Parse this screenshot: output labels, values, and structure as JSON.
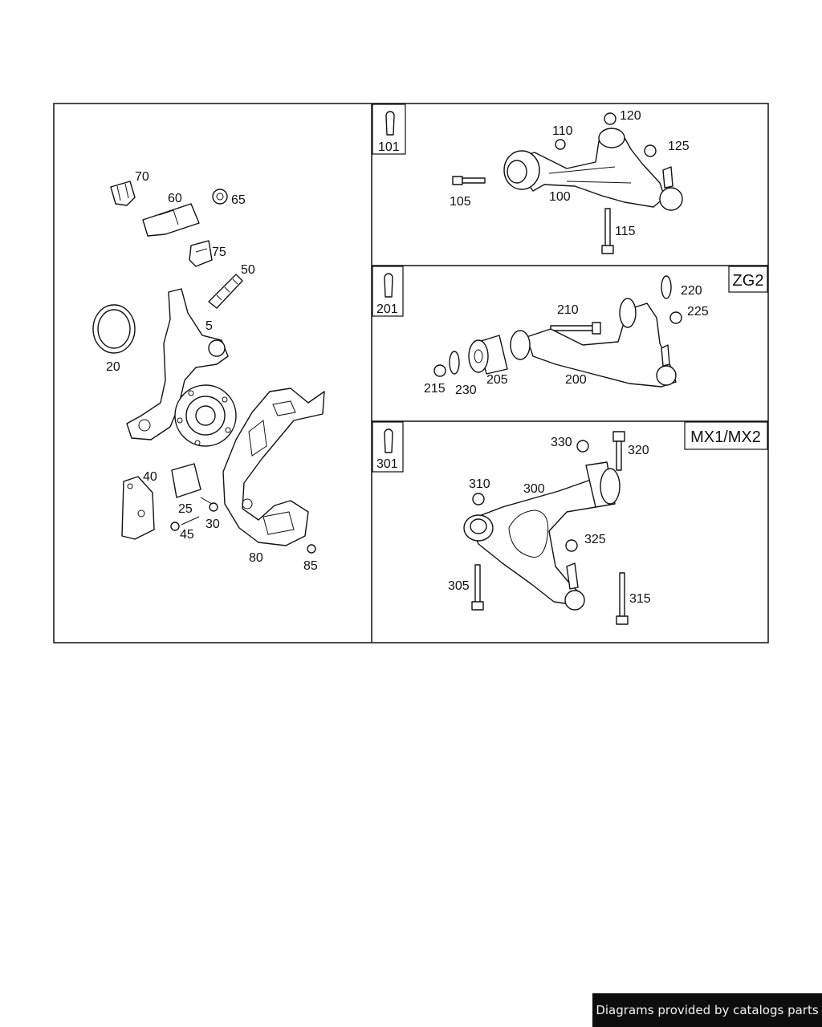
{
  "panels": {
    "knuckle": {
      "labels": [
        "70",
        "60",
        "65",
        "75",
        "50",
        "5",
        "20",
        "40",
        "25",
        "30",
        "45",
        "80",
        "85"
      ]
    },
    "upper_arm": {
      "ref": "101",
      "labels": [
        "120",
        "110",
        "125",
        "105",
        "100",
        "115"
      ]
    },
    "upper_arm_zg2": {
      "ref": "201",
      "tag": "ZG2",
      "labels": [
        "220",
        "210",
        "225",
        "215",
        "230",
        "205",
        "200"
      ]
    },
    "lower_arm": {
      "ref": "301",
      "tag": "MX1/MX2",
      "labels": [
        "330",
        "320",
        "310",
        "300",
        "325",
        "305",
        "315"
      ]
    }
  },
  "footer": {
    "credit": "Diagrams provided by catalogs parts"
  },
  "colors": {
    "line": "#111111",
    "background": "#ffffff",
    "credit_bg": "#0d0d0d",
    "credit_text": "#f2f2f2"
  }
}
